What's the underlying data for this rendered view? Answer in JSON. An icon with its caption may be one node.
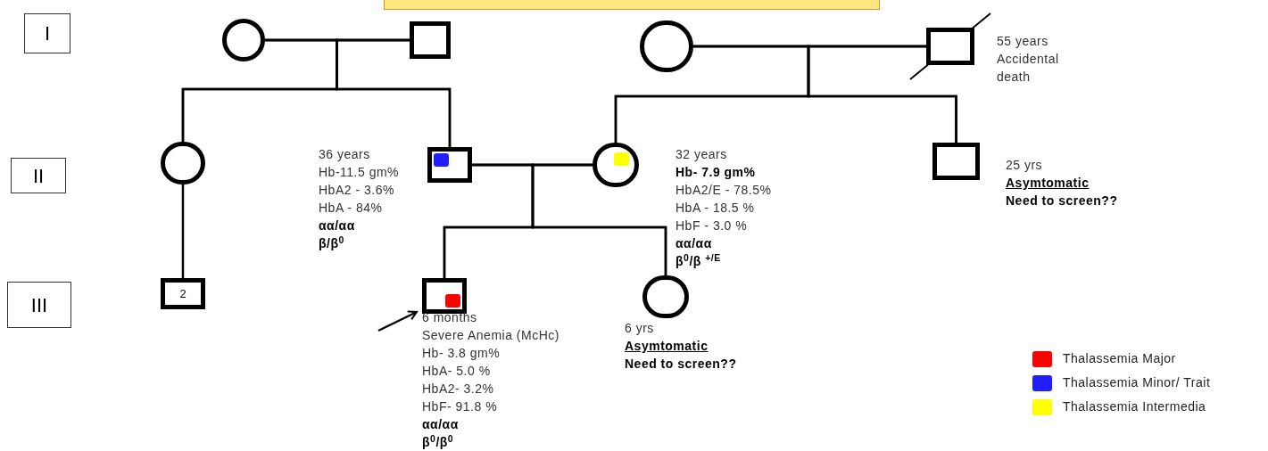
{
  "diagram": {
    "nodes": [
      {
        "text": [],
        "shape": "box"
      },
      {
        "text": [
          "I"
        ]
      },
      {
        "text": [],
        "shape": "circle"
      },
      {
        "text": [],
        "shape": "box"
      },
      {
        "text": [],
        "shape": "circle"
      },
      {
        "text": [],
        "shape": "box",
        "beside": [
          "55 years Accidental death"
        ]
      },
      {
        "text": [
          "II"
        ]
      },
      {
        "text": [],
        "shape": "circle"
      },
      {
        "text": [],
        "shape": "box",
        "beside": [
          "36 years",
          "Hb-11.5 gm%",
          "HbA2 - 3.6%",
          "HbA - 84%",
          "αα/αα",
          "β/β$^{0}$"
        ]
      },
      {
        "text": [],
        "shape": "circle",
        "beside": [
          "32 years",
          "Hb- 7.9 gm%",
          "HbA2/E - 78.5%",
          "HbA - 18.5 %",
          "HbF - 3.0 %",
          "αα/αα",
          "β$^{0}$/β $^{+/E}$"
        ]
      },
      {
        "text": [],
        "shape": "box",
        "beside": [
          "25 yrs",
          "Asymtomatic",
          "Need to screen??"
        ]
      },
      {
        "text": [
          "III"
        ]
      },
      {
        "text": [
          "2"
        ]
      },
      {
        "text": [],
        "shape": "box",
        "beside": [
          "6 months",
          "Severe Anemia (McHc)",
          "Hb- 3.8 gm%",
          "HbA- 5.0 %",
          "HbA2- 3.2%",
          "HbF- 91.8 %",
          "αα/αα",
          "β$^{0}$/β$^{0}$"
        ]
      },
      {
        "text": [],
        "shape": "circle",
        "beside": [
          "6 yrs",
          "Asymtomatic",
          "Need to screen??"
        ]
      }
    ],
    "edges": [
      {
        "from": 2,
        "to": 3,
        "arrow": "none"
      },
      {
        "from": 4,
        "to": 5,
        "arrow": "none"
      },
      {
        "from": 8,
        "to": 9,
        "arrow": "none"
      },
      {
        "from": 2,
        "to": 7,
        "arrow": "none"
      },
      {
        "from": 3,
        "to": 7,
        "arrow": "none"
      },
      {
        "from": 2,
        "to": 8,
        "arrow": "none"
      },
      {
        "from": 3,
        "to": 8,
        "arrow": "none"
      },
      {
        "from": 4,
        "to": 9,
        "arrow": "none"
      },
      {
        "from": 5,
        "to": 9,
        "arrow": "none"
      },
      {
        "from": 4,
        "to": 10,
        "arrow": "none"
      },
      {
        "from": 5,
        "to": 10,
        "arrow": "none"
      },
      {
        "from": 8,
        "to": 13,
        "arrow": "none"
      },
      {
        "from": 9,
        "to": 13,
        "arrow": "none"
      },
      {
        "from": 8,
        "to": 14,
        "arrow": "none"
      },
      {
        "from": 9,
        "to": 14,
        "arrow": "none"
      },
      {
        "from": 7,
        "to": 12,
        "arrow": "none"
      },
      {
        "from": null,
        "to": 13,
        "arrow": "to"
      }
    ],
    "legend": [
      {
        "text": "Thalassemia Major",
        "color": "#ff0000"
      },
      {
        "text": "Thalassemia Minor/ Trait",
        "color": "#1f1fff"
      },
      {
        "text": "Thalassemia Intermedia",
        "color": "#ffff00"
      }
    ]
  }
}
